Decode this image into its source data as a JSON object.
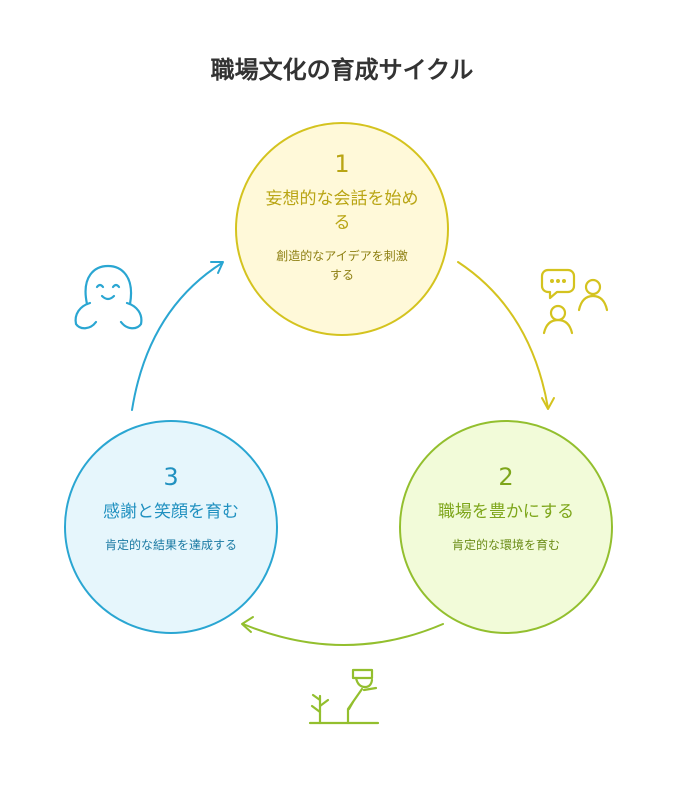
{
  "title": "職場文化の育成サイクル",
  "steps": [
    {
      "number": "1",
      "title": "妄想的な会話を始める",
      "description": "創造的なアイデアを刺激する",
      "color": "#d4c31f",
      "fill": "#fff9d9",
      "text_color": "#b9a514"
    },
    {
      "number": "2",
      "title": "職場を豊かにする",
      "description": "肯定的な環境を育む",
      "color": "#93bf2e",
      "fill": "#f2fbd9",
      "text_color": "#7ea61b"
    },
    {
      "number": "3",
      "title": "感謝と笑顔を育む",
      "description": "肯定的な結果を達成する",
      "color": "#2aa6d2",
      "fill": "#e6f6fc",
      "text_color": "#2191c0"
    }
  ],
  "icons": [
    "happy-face-icon",
    "chat-people-icon",
    "farmer-planting-icon"
  ]
}
